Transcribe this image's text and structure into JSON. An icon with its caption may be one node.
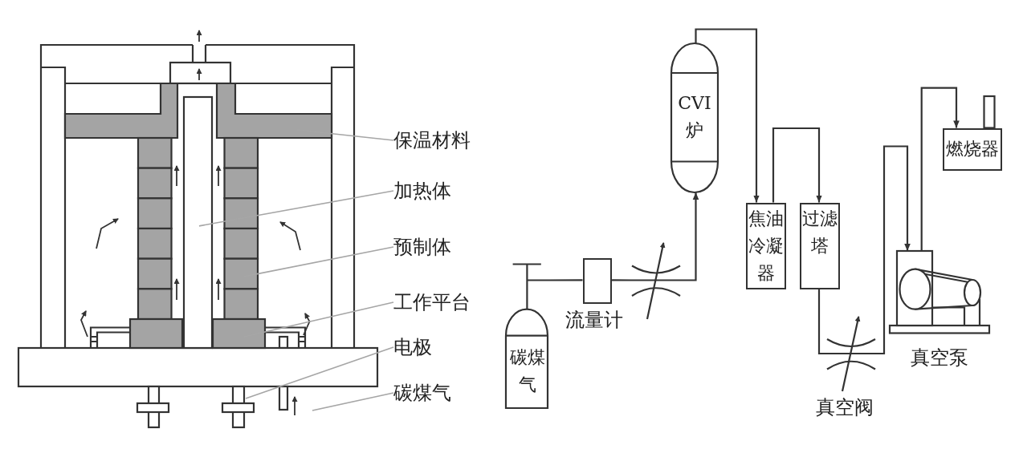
{
  "diagram": {
    "nodes": [
      {
        "text": [],
        "shape": "box"
      },
      {
        "text": [],
        "shape": "box"
      },
      {
        "text": [],
        "shape": "bar"
      },
      {
        "text": [],
        "shape": "box"
      },
      {
        "text": [],
        "shape": "box"
      },
      {
        "text": [],
        "shape": "box"
      },
      {
        "text": [],
        "shape": "box"
      },
      {
        "text": [],
        "shape": "bar"
      },
      {
        "text": [],
        "shape": "bar"
      },
      {
        "text": [
          "保温材料"
        ]
      },
      {
        "text": [
          "加热体"
        ]
      },
      {
        "text": [
          "预制体"
        ]
      },
      {
        "text": [
          "工作平台"
        ]
      },
      {
        "text": [
          "电极"
        ]
      },
      {
        "text": [
          "碳煤气"
        ]
      },
      {
        "text": [
          "CVI炉"
        ]
      },
      {
        "text": [
          "焦油冷凝器"
        ]
      },
      {
        "text": [
          "过滤塔"
        ]
      },
      {
        "text": [
          "燃烧器"
        ]
      },
      {
        "text": [
          "碳煤气"
        ]
      },
      {
        "text": [],
        "shape": "box",
        "beside": [
          "流量计"
        ]
      },
      {
        "text": [],
        "shape": "picture"
      },
      {
        "text": [],
        "shape": "picture",
        "beside": [
          "真空泵"
        ]
      },
      {
        "text": [],
        "shape": "picture",
        "beside": [
          "真空阀"
        ]
      }
    ],
    "edges": [
      {
        "from": 9,
        "to": 1,
        "arrow": "none",
        "color": "#a6a6a6"
      },
      {
        "from": 10,
        "to": 2,
        "arrow": "none",
        "color": "#a6a6a6"
      },
      {
        "from": 11,
        "to": 4,
        "arrow": "none",
        "color": "#a6a6a6"
      },
      {
        "from": 12,
        "to": 6,
        "arrow": "none",
        "color": "#a6a6a6"
      },
      {
        "from": 13,
        "to": 8,
        "arrow": "none",
        "color": "#a6a6a6"
      },
      {
        "from": 14,
        "to": null,
        "arrow": "none",
        "color": "#a6a6a6"
      },
      {
        "from": 19,
        "to": 20,
        "arrow": "none"
      },
      {
        "from": 20,
        "to": 21,
        "arrow": "none"
      },
      {
        "from": 21,
        "to": 15,
        "arrow": "to"
      },
      {
        "from": 15,
        "to": 16,
        "arrow": "to"
      },
      {
        "from": 16,
        "to": 17,
        "arrow": "to"
      },
      {
        "from": 17,
        "to": 23,
        "arrow": "none"
      },
      {
        "from": 23,
        "to": 22,
        "arrow": "to"
      },
      {
        "from": 22,
        "to": 18,
        "arrow": "to"
      }
    ]
  }
}
